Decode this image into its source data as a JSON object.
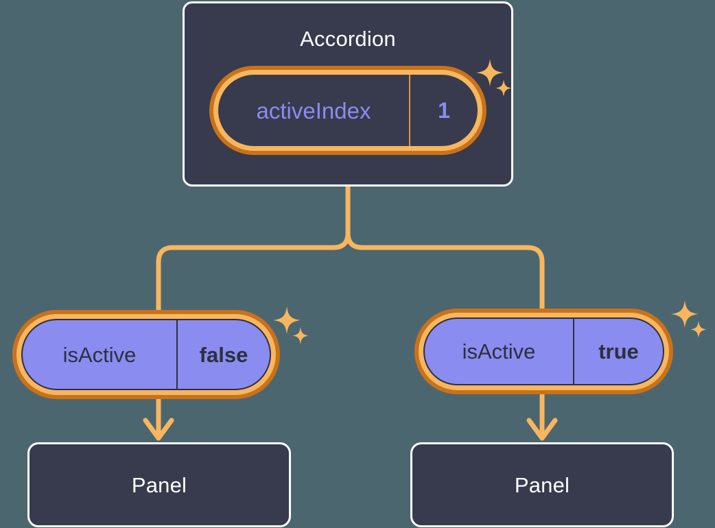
{
  "background_color": "#4c6670",
  "theme": {
    "component_fill": "#373b4d",
    "component_border": "#ffffff",
    "accent_orange": "#f8b65e",
    "accent_orange_dark": "#c9721a",
    "state_fill": "#8a8cf0",
    "state_text": "#2b3040",
    "highlight_text": "#8a8cf0"
  },
  "diagram": {
    "type": "component-state-tree",
    "root": {
      "title": "Accordion",
      "state": {
        "key": "activeIndex",
        "value": "1",
        "highlighted": true
      }
    },
    "children": [
      {
        "state": {
          "key": "isActive",
          "value": "false",
          "highlighted": true
        },
        "component": {
          "title": "Panel"
        }
      },
      {
        "state": {
          "key": "isActive",
          "value": "true",
          "highlighted": true
        },
        "component": {
          "title": "Panel"
        }
      }
    ]
  },
  "icons": {
    "sparkle_large": "sparkle-four-point-large",
    "sparkle_small": "sparkle-four-point-small"
  }
}
